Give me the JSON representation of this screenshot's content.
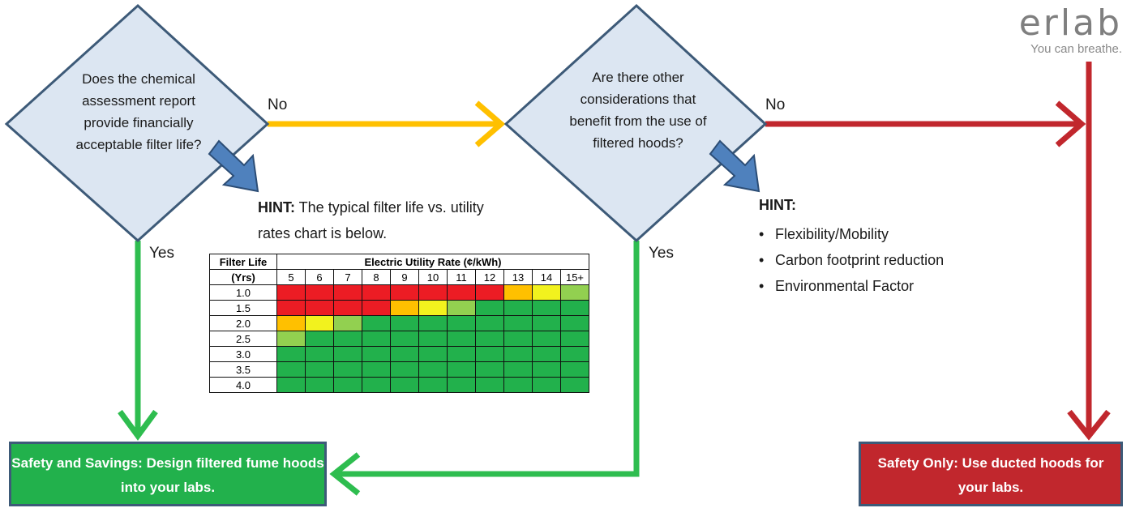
{
  "logo": {
    "word": "erlab",
    "tagline": "You can breathe."
  },
  "question1": "Does the chemical assessment report provide financially acceptable filter life?",
  "question2": "Are there other considerations that benefit from the use of filtered hoods?",
  "labels": {
    "no1": "No",
    "no2": "No",
    "yes1": "Yes",
    "yes2": "Yes"
  },
  "hint1": {
    "prefix": "HINT:",
    "text": " The typical filter life vs. utility rates chart is below."
  },
  "hint2": {
    "prefix": "HINT:",
    "items": [
      "Flexibility/Mobility",
      "Carbon footprint reduction",
      "Environmental Factor"
    ]
  },
  "box_green": {
    "prefix": "Safety and Savings:",
    "text": " Design filtered fume hoods into your labs."
  },
  "box_red": {
    "prefix": "Safety Only:",
    "text": " Use ducted hoods for your labs."
  },
  "colors": {
    "red": "#ec1c24",
    "orange": "#ffc000",
    "yellow": "#f2f21e",
    "lightgreen": "#92d050",
    "green": "#22b14c",
    "blue": "#4f81bd",
    "diamond": "#dce6f2",
    "flow_yellow": "#ffc000",
    "flow_red": "#c1272d",
    "flow_green": "#2ebd4f"
  },
  "chart_data": {
    "type": "table",
    "row_header_1": "Filter Life",
    "row_header_2": "(Yrs)",
    "column_group": "Electric Utility Rate (¢/kWh)",
    "columns": [
      "5",
      "6",
      "7",
      "8",
      "9",
      "10",
      "11",
      "12",
      "13",
      "14",
      "15+"
    ],
    "rows": [
      {
        "label": "1.0",
        "cells": [
          "red",
          "red",
          "red",
          "red",
          "red",
          "red",
          "red",
          "red",
          "orange",
          "yellow",
          "lightgreen"
        ]
      },
      {
        "label": "1.5",
        "cells": [
          "red",
          "red",
          "red",
          "red",
          "orange",
          "yellow",
          "lightgreen",
          "green",
          "green",
          "green",
          "green"
        ]
      },
      {
        "label": "2.0",
        "cells": [
          "orange",
          "yellow",
          "lightgreen",
          "green",
          "green",
          "green",
          "green",
          "green",
          "green",
          "green",
          "green"
        ]
      },
      {
        "label": "2.5",
        "cells": [
          "lightgreen",
          "green",
          "green",
          "green",
          "green",
          "green",
          "green",
          "green",
          "green",
          "green",
          "green"
        ]
      },
      {
        "label": "3.0",
        "cells": [
          "green",
          "green",
          "green",
          "green",
          "green",
          "green",
          "green",
          "green",
          "green",
          "green",
          "green"
        ]
      },
      {
        "label": "3.5",
        "cells": [
          "green",
          "green",
          "green",
          "green",
          "green",
          "green",
          "green",
          "green",
          "green",
          "green",
          "green"
        ]
      },
      {
        "label": "4.0",
        "cells": [
          "green",
          "green",
          "green",
          "green",
          "green",
          "green",
          "green",
          "green",
          "green",
          "green",
          "green"
        ]
      }
    ]
  }
}
